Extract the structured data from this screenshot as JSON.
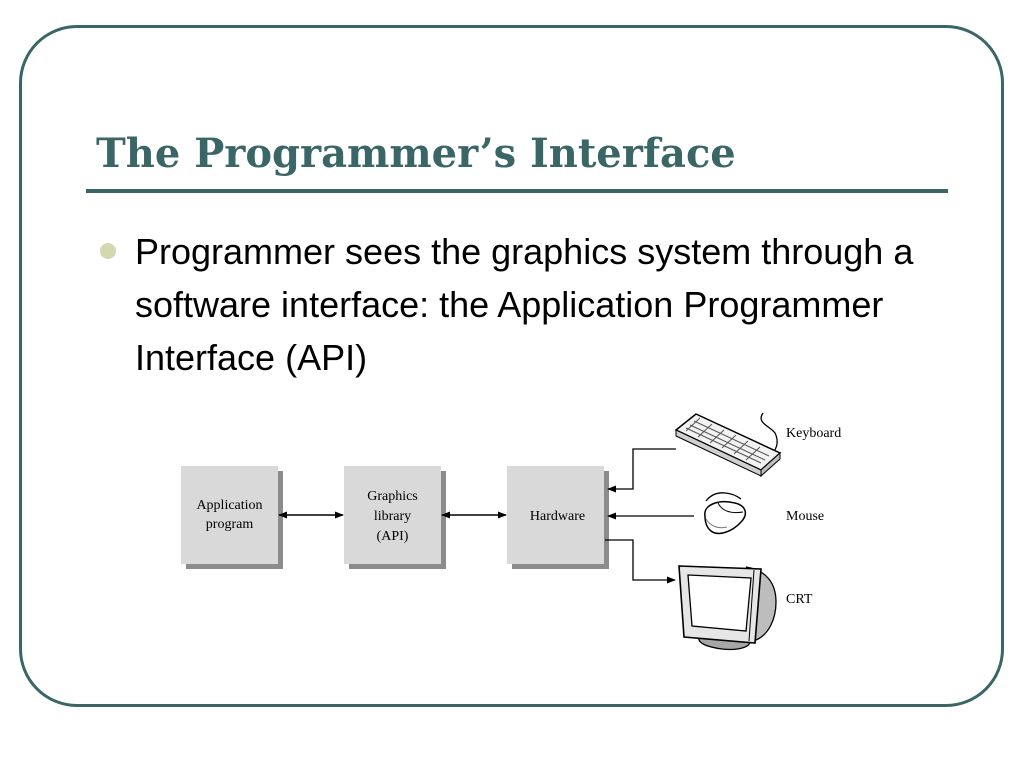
{
  "slide": {
    "title": "The Programmer’s Interface",
    "bullet": "Programmer sees the graphics system through a software interface: the Application Programmer Interface (API)"
  },
  "diagram": {
    "nodes": {
      "application": [
        "Application",
        "program"
      ],
      "graphics_library": [
        "Graphics",
        "library",
        "(API)"
      ],
      "hardware": [
        "Hardware"
      ]
    },
    "devices": {
      "keyboard": "Keyboard",
      "mouse": "Mouse",
      "crt": "CRT"
    }
  },
  "colors": {
    "theme": "#3b6668",
    "bullet": "#d3d8b0",
    "box_fill": "#d9d9d9",
    "box_shadow": "#8c8c8c"
  }
}
